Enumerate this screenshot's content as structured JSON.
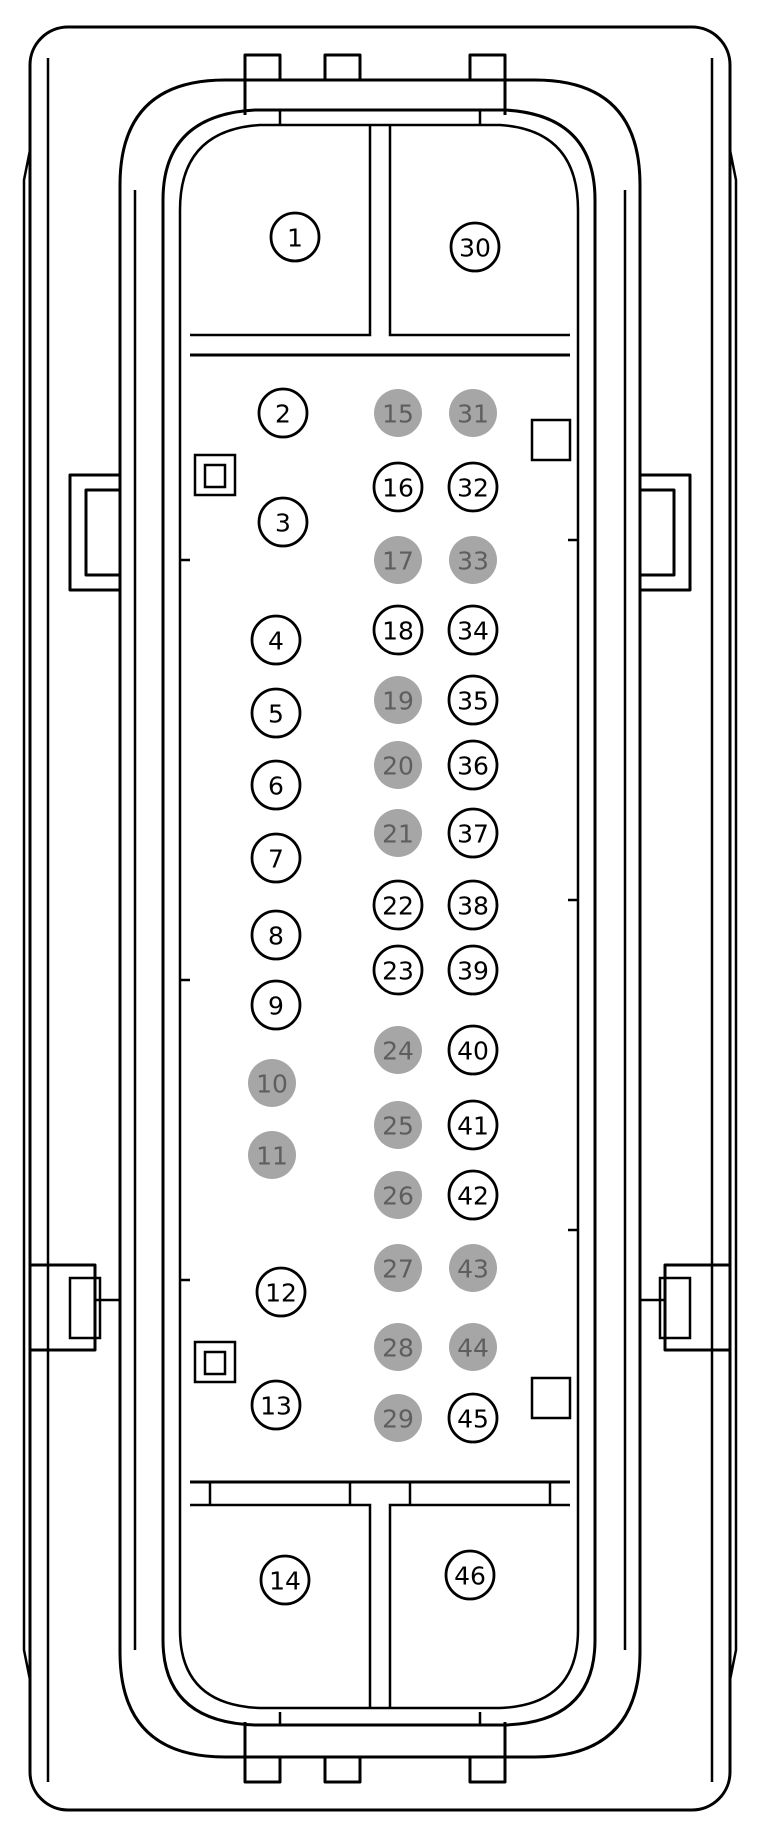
{
  "connector": {
    "pins": [
      {
        "label": "1",
        "populated": true
      },
      {
        "label": "30",
        "populated": true
      },
      {
        "label": "2",
        "populated": true
      },
      {
        "label": "15",
        "populated": false
      },
      {
        "label": "31",
        "populated": false
      },
      {
        "label": "3",
        "populated": true
      },
      {
        "label": "16",
        "populated": true
      },
      {
        "label": "32",
        "populated": true
      },
      {
        "label": "17",
        "populated": false
      },
      {
        "label": "33",
        "populated": false
      },
      {
        "label": "4",
        "populated": true
      },
      {
        "label": "18",
        "populated": true
      },
      {
        "label": "34",
        "populated": true
      },
      {
        "label": "5",
        "populated": true
      },
      {
        "label": "19",
        "populated": false
      },
      {
        "label": "35",
        "populated": true
      },
      {
        "label": "6",
        "populated": true
      },
      {
        "label": "20",
        "populated": false
      },
      {
        "label": "36",
        "populated": true
      },
      {
        "label": "7",
        "populated": true
      },
      {
        "label": "21",
        "populated": false
      },
      {
        "label": "37",
        "populated": true
      },
      {
        "label": "8",
        "populated": true
      },
      {
        "label": "22",
        "populated": true
      },
      {
        "label": "38",
        "populated": true
      },
      {
        "label": "9",
        "populated": true
      },
      {
        "label": "23",
        "populated": true
      },
      {
        "label": "39",
        "populated": true
      },
      {
        "label": "10",
        "populated": false
      },
      {
        "label": "24",
        "populated": false
      },
      {
        "label": "40",
        "populated": true
      },
      {
        "label": "11",
        "populated": false
      },
      {
        "label": "25",
        "populated": false
      },
      {
        "label": "41",
        "populated": true
      },
      {
        "label": "26",
        "populated": false
      },
      {
        "label": "42",
        "populated": true
      },
      {
        "label": "12",
        "populated": true
      },
      {
        "label": "27",
        "populated": false
      },
      {
        "label": "43",
        "populated": false
      },
      {
        "label": "28",
        "populated": false
      },
      {
        "label": "44",
        "populated": false
      },
      {
        "label": "13",
        "populated": true
      },
      {
        "label": "29",
        "populated": false
      },
      {
        "label": "45",
        "populated": true
      },
      {
        "label": "14",
        "populated": true
      },
      {
        "label": "46",
        "populated": true
      }
    ],
    "colors": {
      "outline": "#000000",
      "populated_fill": "#ffffff",
      "unpopulated_fill": "#a6a6a6",
      "unpopulated_text": "#5e5e5e"
    }
  }
}
